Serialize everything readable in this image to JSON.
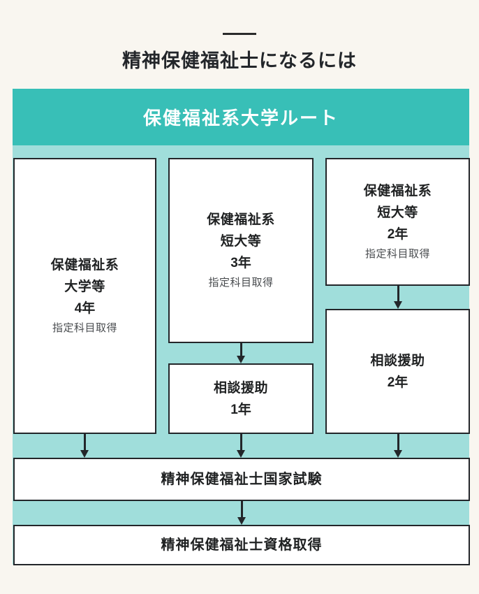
{
  "page": {
    "title": "精神保健福祉士になるには",
    "background_color": "#F9F6F0",
    "divider": "title-rule"
  },
  "route": {
    "header_label": "保健福祉系大学ルート",
    "header_color": "#38BFB7",
    "body_color": "#A0DEDB",
    "box_border_color": "#23262a",
    "box_fill_color": "#ffffff"
  },
  "flow": {
    "columns": [
      {
        "id": "university",
        "steps": [
          {
            "id": "box-univ",
            "line1": "保健福祉系",
            "line2": "大学等",
            "years": "4年",
            "sub": "指定科目取得"
          }
        ]
      },
      {
        "id": "junior-college-3yr",
        "steps": [
          {
            "id": "box-junior3",
            "line1": "保健福祉系",
            "line2": "短大等",
            "years": "3年",
            "sub": "指定科目取得"
          },
          {
            "id": "box-support1",
            "line1": "相談援助",
            "years": "1年"
          }
        ]
      },
      {
        "id": "junior-college-2yr",
        "steps": [
          {
            "id": "box-junior2",
            "line1": "保健福祉系",
            "line2": "短大等",
            "years": "2年",
            "sub": "指定科目取得"
          },
          {
            "id": "box-support2",
            "line1": "相談援助",
            "years": "2年"
          }
        ]
      }
    ],
    "exam": "精神保健福祉士国家試験",
    "license": "精神保健福祉士資格取得"
  },
  "icons": {
    "arrow_down": "down-arrow-icon"
  }
}
